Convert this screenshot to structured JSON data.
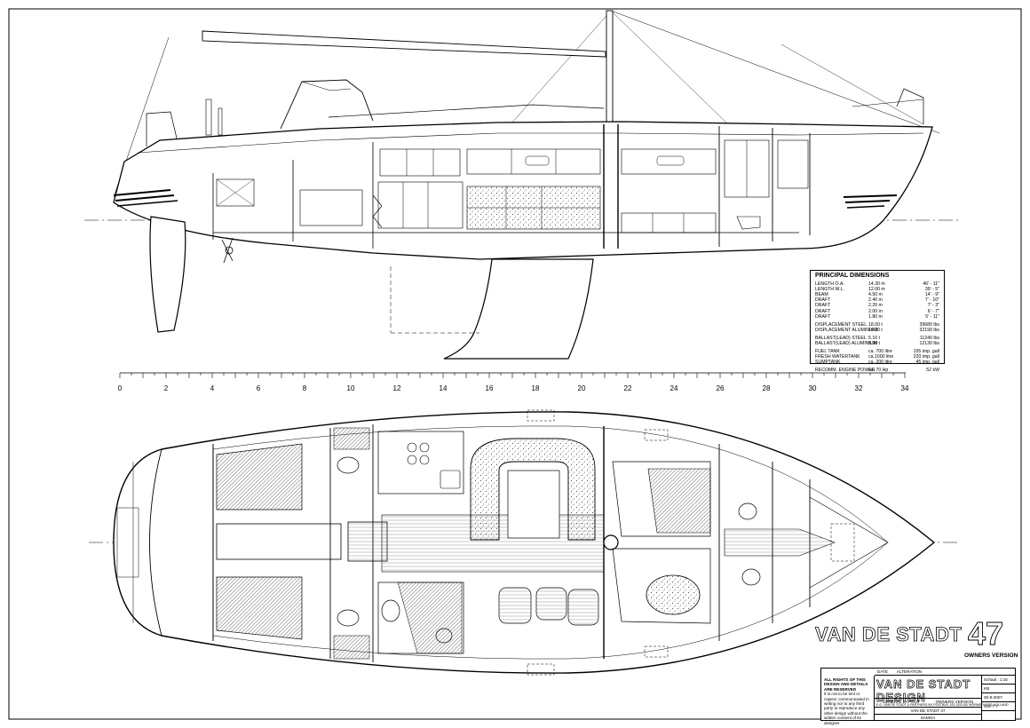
{
  "scale_bar": {
    "ticks": [
      "0",
      "2",
      "4",
      "6",
      "8",
      "10",
      "12",
      "14",
      "16",
      "18",
      "20",
      "22",
      "24",
      "26",
      "28",
      "30",
      "32",
      "34"
    ]
  },
  "principal_dimensions": {
    "title": "PRINCIPAL DIMENSIONS",
    "groups": [
      [
        {
          "label": "LENGTH O.A.",
          "metric": "14.30  m",
          "imperial": "46' - 11\""
        },
        {
          "label": "LENGTH W.L.",
          "metric": "12.00  m",
          "imperial": "39' - 5\""
        },
        {
          "label": "BEAM",
          "metric": "4.50  m",
          "imperial": "14' - 9\""
        },
        {
          "label": "DRAFT",
          "metric": "2.40  m",
          "imperial": "7' - 10\""
        },
        {
          "label": "DRAFT",
          "metric": "2.20  m",
          "imperial": "7' - 3\""
        },
        {
          "label": "DRAFT",
          "metric": "2.00  m",
          "imperial": "6' - 7\""
        },
        {
          "label": "DRAFT",
          "metric": "1.80  m",
          "imperial": "5' - 11\""
        }
      ],
      [
        {
          "label": "DISPLACEMENT STEEL",
          "metric": "18.00  t",
          "imperial": "39680 lbs"
        },
        {
          "label": "DISPLACEMENT ALUMINIUM",
          "metric": "14.60  t",
          "imperial": "32190 lbs"
        }
      ],
      [
        {
          "label": "BALLAST(LEAD) STEEL",
          "metric": "5.10  t",
          "imperial": "11240 lbs"
        },
        {
          "label": "BALLAST(LEAD) ALUMINIUM",
          "metric": "5.50  t",
          "imperial": "12130 lbs"
        }
      ],
      [
        {
          "label": "FUEL TANK",
          "metric": "ca. 700  litre",
          "imperial": "155 imp. gall"
        },
        {
          "label": "FRESH WATERTANK",
          "metric": "ca.1000  litre",
          "imperial": "220 imp. gall"
        },
        {
          "label": "SUMPTANK",
          "metric": "ca. 200  litre",
          "imperial": "45 imp. gall"
        }
      ],
      [
        {
          "label": "RECOMM. ENGINE POWER",
          "metric": "ca. 70  Hp",
          "imperial": "52 kW"
        }
      ]
    ]
  },
  "brand": {
    "name": "VAN DE STADT",
    "model": "47",
    "edition": "OWNERS VERSION"
  },
  "title_block": {
    "date_label": "DATE",
    "alteration_label": "ALTERATION",
    "rights_title": "ALL RIGHTS OF THIS DESIGN AND DETAILS ARE RESERVED",
    "rights_text": "It is not to be lent or copied, communicated in writing nor to any third party to reproduce any other design without the written consent of its designer.",
    "firm_name": "VAN DE STADT DESIGN",
    "firm_sub": "E.G. VAN DE STADT & PARTNERS BV   POSTBUS 193   1520 AD WORMERVEER   HOLLAND",
    "drawing_title": "GENERAL LAY-OUT",
    "version": "OWNERS VERSION",
    "design": "VAN DE STADT 47",
    "type": "SAMOA",
    "scale": "Schaal : 1:15",
    "drawn": "KB",
    "date": "30-9-2007",
    "number": "426-7-7"
  },
  "colors": {
    "line": "#000000",
    "paper": "#ffffff",
    "hatch": "#444444"
  }
}
